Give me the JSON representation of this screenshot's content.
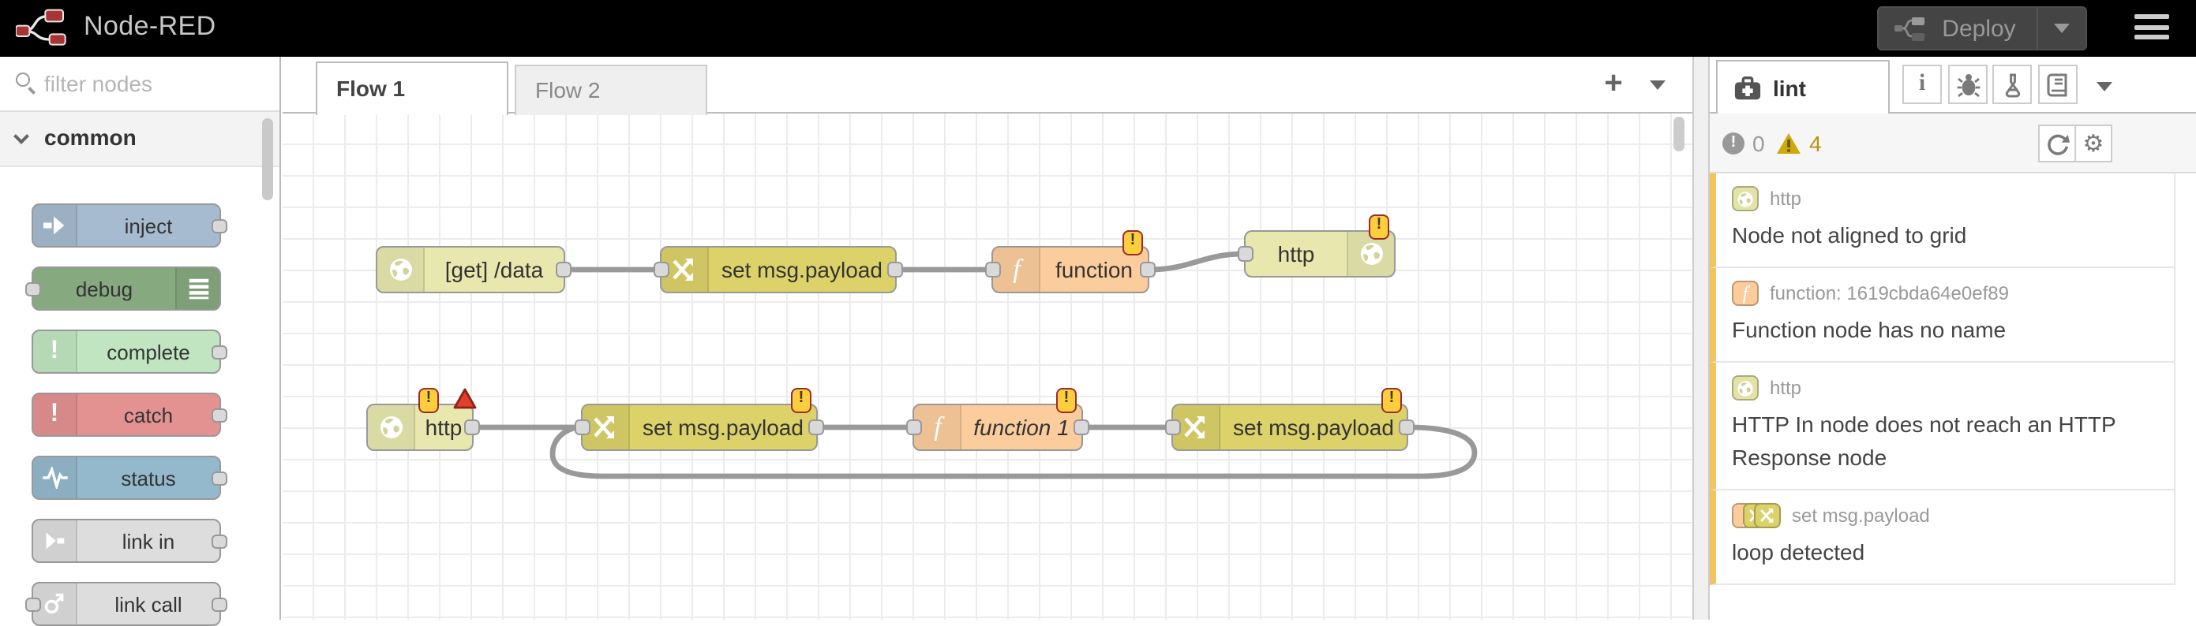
{
  "header": {
    "title": "Node-RED",
    "deploy_label": "Deploy"
  },
  "palette": {
    "filter_placeholder": "filter nodes",
    "category": "common",
    "items": [
      {
        "label": "inject",
        "icon": "inject-arrow-icon"
      },
      {
        "label": "debug",
        "icon": "list-lines-icon"
      },
      {
        "label": "complete",
        "icon": "exclamation-icon"
      },
      {
        "label": "catch",
        "icon": "exclamation-icon"
      },
      {
        "label": "status",
        "icon": "pulse-icon"
      },
      {
        "label": "link in",
        "icon": "link-arrow-icon"
      },
      {
        "label": "link call",
        "icon": "link-call-icon"
      }
    ]
  },
  "tabs": {
    "active": "Flow 1",
    "inactive": "Flow 2",
    "add_label": "+"
  },
  "flow": {
    "row1": [
      {
        "label": "[get] /data",
        "type": "http in"
      },
      {
        "label": "set msg.payload",
        "type": "change"
      },
      {
        "label": "function",
        "type": "function",
        "warning": "!"
      },
      {
        "label": "http",
        "type": "http response",
        "warning": "!"
      }
    ],
    "row2": [
      {
        "label": "http",
        "type": "http in",
        "warning": "!",
        "error_marker": true
      },
      {
        "label": "set msg.payload",
        "type": "change",
        "warning": "!"
      },
      {
        "label": "function 1",
        "type": "function",
        "warning": "!"
      },
      {
        "label": "set msg.payload",
        "type": "change",
        "warning": "!"
      }
    ]
  },
  "sidebar": {
    "tab_label": "lint",
    "counts": {
      "errors": "0",
      "warnings": "4"
    },
    "issues": [
      {
        "node": "http",
        "message": "Node not aligned to grid"
      },
      {
        "node": "function: 1619cbda64e0ef89",
        "message": "Function node has no name"
      },
      {
        "node": "http",
        "message": "HTTP In node does not reach an HTTP Response node"
      },
      {
        "node": "set msg.payload",
        "message": "loop detected"
      }
    ]
  },
  "colors": {
    "header_bg": "#000000",
    "logo_red": "#a93434",
    "deploy_bg": "#444444",
    "wire": "#999999",
    "grid_line": "#ececec",
    "node_http": "#e7e7ae",
    "node_change": "#dcd269",
    "node_function": "#fbcd9d",
    "node_inject": "#a6bbcf",
    "node_debug": "#87a980",
    "node_complete": "#c0e5c0",
    "node_catch": "#e49191",
    "node_status": "#94b9cd",
    "node_link": "#dddddd",
    "badge_bg": "#fdcf3e",
    "badge_border": "#9e2b2b",
    "error_triangle": "#e2402c",
    "warning_accent": "#c9a70b",
    "lint_item_border": "#f2c45f"
  }
}
